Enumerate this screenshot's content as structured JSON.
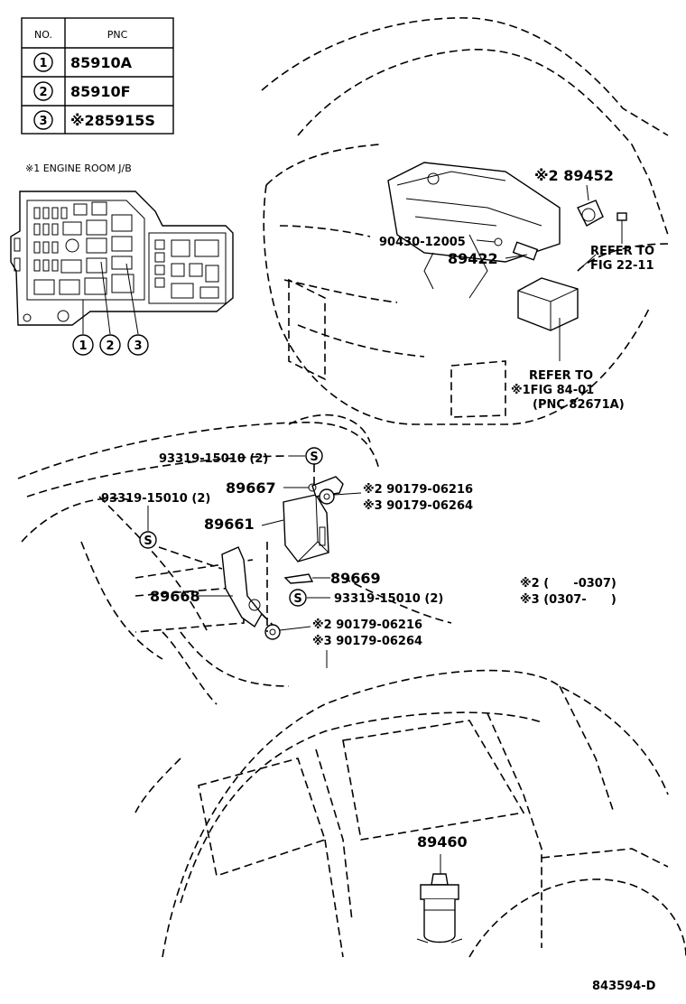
{
  "table": {
    "header_no": "NO.",
    "header_pnc": "PNC",
    "rows": [
      {
        "no": "1",
        "pnc": "85910A"
      },
      {
        "no": "2",
        "pnc": "85910F"
      },
      {
        "no": "3",
        "pnc": "※285915S"
      }
    ]
  },
  "inset": {
    "title": "※1 ENGINE ROOM J/B",
    "callouts": [
      "1",
      "2",
      "3"
    ]
  },
  "engine": {
    "p89452": "※2 89452",
    "p90430": "90430-12005",
    "p89422": "89422",
    "refer1_a": "REFER TO",
    "refer1_b": "FIG 22-11",
    "refer2_a": "REFER TO",
    "refer2_b": "※1FIG 84-01",
    "refer2_c": "(PNC 82671A)"
  },
  "dash": {
    "bolt_top": "93319-15010 (2)",
    "bolt_left": "93319-15010 (2)",
    "p89667": "89667",
    "p89661": "89661",
    "p89668": "89668",
    "p89669": "89669",
    "bolt_mid": "93319-15010 (2)",
    "nut_top_a": "※2 90179-06216",
    "nut_top_b": "※3 90179-06264",
    "nut_bot_a": "※2 90179-06216",
    "nut_bot_b": "※3 90179-06264"
  },
  "notes": {
    "n2": "※2 (      -0307)",
    "n3": "※3 (0307-      )"
  },
  "rear": {
    "p89460": "89460"
  },
  "figure_id": "843594-D"
}
